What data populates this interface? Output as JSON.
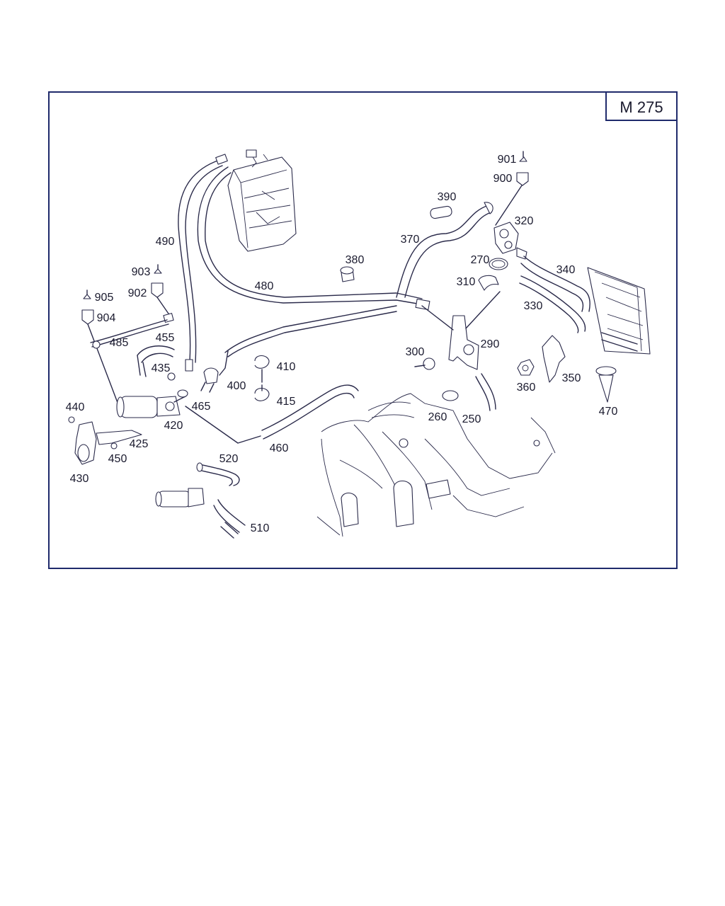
{
  "diagram": {
    "group_code": "M 275",
    "part_labels": [
      {
        "id": "p901",
        "text": "901"
      },
      {
        "id": "p900",
        "text": "900"
      },
      {
        "id": "p390",
        "text": "390"
      },
      {
        "id": "p320",
        "text": "320"
      },
      {
        "id": "p370",
        "text": "370"
      },
      {
        "id": "p490",
        "text": "490"
      },
      {
        "id": "p270",
        "text": "270"
      },
      {
        "id": "p380",
        "text": "380"
      },
      {
        "id": "p340",
        "text": "340"
      },
      {
        "id": "p903",
        "text": "903"
      },
      {
        "id": "p480",
        "text": "480"
      },
      {
        "id": "p310",
        "text": "310"
      },
      {
        "id": "p902",
        "text": "902"
      },
      {
        "id": "p905",
        "text": "905"
      },
      {
        "id": "p330",
        "text": "330"
      },
      {
        "id": "p904",
        "text": "904"
      },
      {
        "id": "p455",
        "text": "455"
      },
      {
        "id": "p485",
        "text": "485"
      },
      {
        "id": "p290",
        "text": "290"
      },
      {
        "id": "p300",
        "text": "300"
      },
      {
        "id": "p435",
        "text": "435"
      },
      {
        "id": "p410",
        "text": "410"
      },
      {
        "id": "p350",
        "text": "350"
      },
      {
        "id": "p400",
        "text": "400"
      },
      {
        "id": "p360",
        "text": "360"
      },
      {
        "id": "p465",
        "text": "465"
      },
      {
        "id": "p415",
        "text": "415"
      },
      {
        "id": "p440",
        "text": "440"
      },
      {
        "id": "p470",
        "text": "470"
      },
      {
        "id": "p260",
        "text": "260"
      },
      {
        "id": "p250",
        "text": "250"
      },
      {
        "id": "p420",
        "text": "420"
      },
      {
        "id": "p425",
        "text": "425"
      },
      {
        "id": "p460",
        "text": "460"
      },
      {
        "id": "p450",
        "text": "450"
      },
      {
        "id": "p520",
        "text": "520"
      },
      {
        "id": "p430",
        "text": "430"
      },
      {
        "id": "p510",
        "text": "510"
      }
    ]
  }
}
